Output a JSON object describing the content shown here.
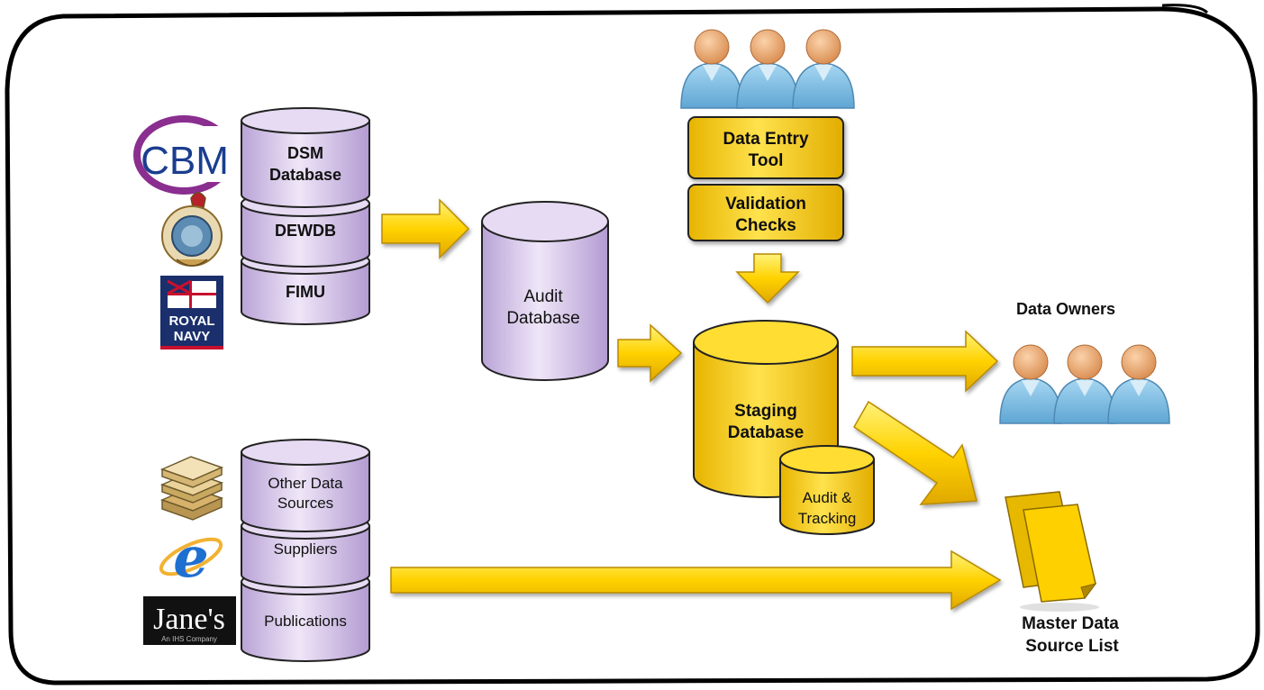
{
  "stack_top": {
    "items": [
      {
        "lines": [
          "DSM",
          "Database"
        ]
      },
      {
        "lines": [
          "DEWDB"
        ]
      },
      {
        "lines": [
          "FIMU"
        ]
      }
    ],
    "logos": [
      {
        "icon": "cbm-logo",
        "text": "CBM"
      },
      {
        "icon": "raf-crest-logo"
      },
      {
        "icon": "royal-navy-logo",
        "lines": [
          "ROYAL",
          "NAVY"
        ]
      }
    ]
  },
  "stack_bottom": {
    "items": [
      {
        "lines": [
          "Other Data",
          "Sources"
        ]
      },
      {
        "lines": [
          "Suppliers"
        ]
      },
      {
        "lines": [
          "Publications"
        ]
      }
    ],
    "logos": [
      {
        "icon": "stacked-layers-icon"
      },
      {
        "icon": "internet-explorer-icon",
        "text": "e"
      },
      {
        "icon": "janes-logo",
        "text": "Jane's",
        "subtext": "An IHS Company"
      }
    ]
  },
  "audit_db": {
    "lines": [
      "Audit",
      "Database"
    ]
  },
  "data_entry": {
    "lines": [
      "Data Entry",
      "Tool"
    ]
  },
  "validation": {
    "lines": [
      "Validation",
      "Checks"
    ]
  },
  "staging_db": {
    "lines": [
      "Staging",
      "Database"
    ]
  },
  "audit_tracking": {
    "lines": [
      "Audit &",
      "Tracking"
    ]
  },
  "data_owners": {
    "label": "Data Owners"
  },
  "master_list": {
    "lines": [
      "Master Data",
      "Source List"
    ]
  },
  "colors": {
    "db_purple": "#d9c7ec",
    "db_purple_dark": "#a98fc9",
    "gold": "#ffd200",
    "gold_dark": "#d9a800",
    "person_body": "#8ec8e8",
    "person_head": "#f0b480"
  }
}
